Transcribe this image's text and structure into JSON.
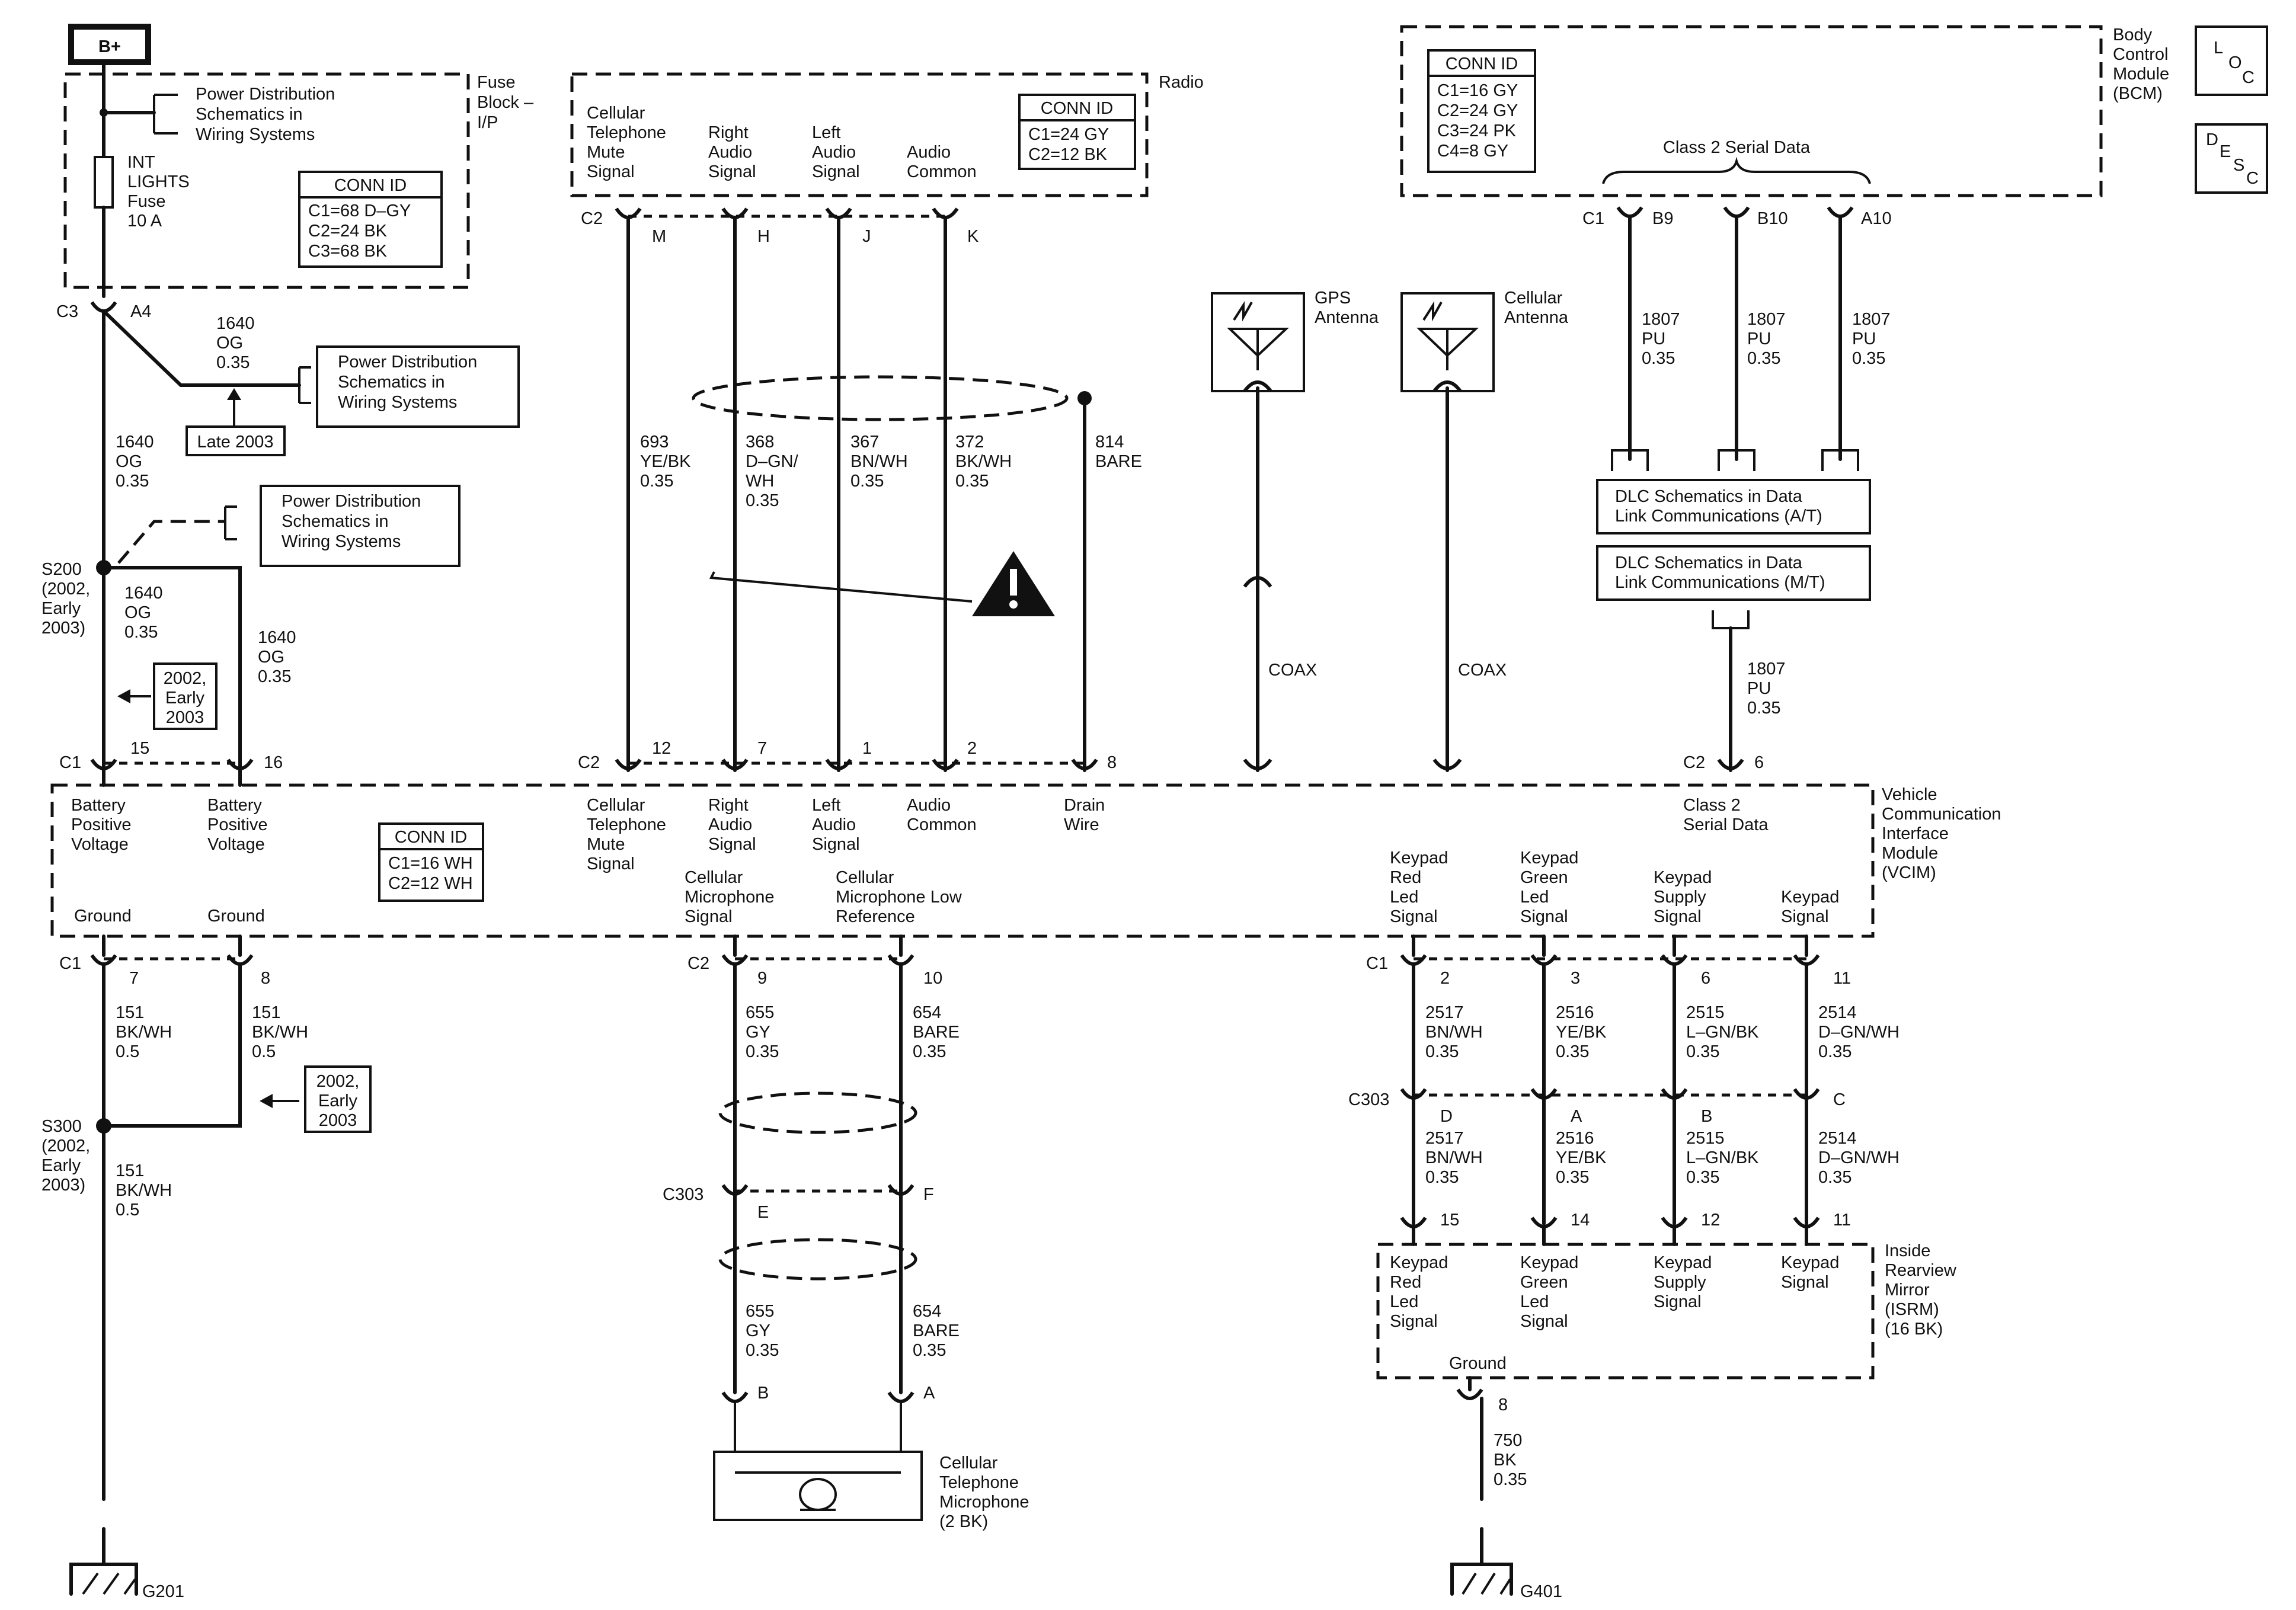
{
  "labels": {
    "b_plus": "B+",
    "fuse_block": [
      "Fuse",
      "Block –",
      "I/P"
    ],
    "radio": "Radio",
    "bcm": [
      "Body",
      "Control",
      "Module",
      "(BCM)"
    ],
    "loc": [
      "L",
      "O",
      "C"
    ],
    "desc": [
      "D",
      "E",
      "S",
      "C"
    ],
    "pd_ref": [
      "Power Distribution",
      "Schematics in",
      "Wiring Systems"
    ],
    "fuse": [
      "INT",
      "LIGHTS",
      "Fuse",
      "10 A"
    ],
    "late_2003": "Late 2003",
    "early_2003": [
      "2002,",
      "Early",
      "2003"
    ],
    "s200": [
      "S200",
      "(2002,",
      "Early",
      "2003)"
    ],
    "s300": [
      "S300",
      "(2002,",
      "Early",
      "2003)"
    ],
    "gps_antenna": [
      "GPS",
      "Antenna"
    ],
    "cell_antenna": [
      "Cellular",
      "Antenna"
    ],
    "coax": "COAX",
    "class2": "Class 2 Serial Data",
    "dlc_at": [
      "DLC Schematics in Data",
      "Link Communications (A/T)"
    ],
    "dlc_mt": [
      "DLC Schematics in Data",
      "Link Communications (M/T)"
    ],
    "vcim": [
      "Vehicle",
      "Communication",
      "Interface",
      "Module",
      "(VCIM)"
    ],
    "isrm": [
      "Inside",
      "Rearview",
      "Mirror",
      "(ISRM)",
      "(16 BK)"
    ],
    "microphone": [
      "Cellular",
      "Telephone",
      "Microphone",
      "(2 BK)"
    ],
    "g201": "G201",
    "g401": "G401"
  },
  "conn_ids": {
    "header": "CONN ID",
    "fuse_block": [
      "C1=68 D–GY",
      "C2=24 BK",
      "C3=68 BK"
    ],
    "radio": [
      "C1=24 GY",
      "C2=12 BK"
    ],
    "bcm": [
      "C1=16 GY",
      "C2=24 GY",
      "C3=24 PK",
      "C4=8 GY"
    ],
    "vcim": [
      "C1=16 WH",
      "C2=12 WH"
    ]
  },
  "radio_signals": {
    "mute": [
      "Cellular",
      "Telephone",
      "Mute",
      "Signal"
    ],
    "right": [
      "Right",
      "Audio",
      "Signal"
    ],
    "left": [
      "Left",
      "Audio",
      "Signal"
    ],
    "common": [
      "Audio",
      "Common"
    ]
  },
  "vcim_signals": {
    "bpv": [
      "Battery",
      "Positive",
      "Voltage"
    ],
    "mute": [
      "Cellular",
      "Telephone",
      "Mute",
      "Signal"
    ],
    "right": [
      "Right",
      "Audio",
      "Signal"
    ],
    "left": [
      "Left",
      "Audio",
      "Signal"
    ],
    "common": [
      "Audio",
      "Common"
    ],
    "drain": [
      "Drain",
      "Wire"
    ],
    "class2": [
      "Class 2",
      "Serial Data"
    ],
    "ground": "Ground",
    "mic_signal": [
      "Cellular",
      "Microphone",
      "Signal"
    ],
    "mic_low": [
      "Cellular",
      "Microphone Low",
      "Reference"
    ],
    "kp_red": [
      "Keypad",
      "Red",
      "Led",
      "Signal"
    ],
    "kp_green": [
      "Keypad",
      "Green",
      "Led",
      "Signal"
    ],
    "kp_supply": [
      "Keypad",
      "Supply",
      "Signal"
    ],
    "kp_signal": [
      "Keypad",
      "Signal"
    ]
  },
  "connectors": {
    "c1": "C1",
    "c2": "C2",
    "c3": "C3",
    "c303": "C303",
    "a4": "A4",
    "m": "M",
    "h": "H",
    "j": "J",
    "k": "K",
    "b9": "B9",
    "b10": "B10",
    "a10": "A10",
    "p15": "15",
    "p16": "16",
    "p12": "12",
    "p7": "7",
    "p1": "1",
    "p2": "2",
    "p8": "8",
    "p6": "6",
    "g7": "7",
    "g8": "8",
    "p9": "9",
    "p10": "10",
    "k2": "2",
    "k3": "3",
    "k6": "6",
    "k11": "11",
    "d": "D",
    "a": "A",
    "b": "B",
    "c": "C",
    "e": "E",
    "f": "F",
    "m15": "15",
    "m14": "14",
    "m12": "12",
    "m11": "11",
    "mg8": "8",
    "mic_b": "B",
    "mic_a": "A"
  },
  "wires": {
    "og_a4": [
      "1640",
      "OG",
      "0.35"
    ],
    "og_main": [
      "1640",
      "OG",
      "0.35"
    ],
    "og_s200": [
      "1640",
      "OG",
      "0.35"
    ],
    "og_16": [
      "1640",
      "OG",
      "0.35"
    ],
    "mute": [
      "693",
      "YE/BK",
      "0.35"
    ],
    "right": [
      "368",
      "D–GN/",
      "WH",
      "0.35"
    ],
    "left": [
      "367",
      "BN/WH",
      "0.35"
    ],
    "common": [
      "372",
      "BK/WH",
      "0.35"
    ],
    "drain": [
      "814",
      "BARE"
    ],
    "pu1": [
      "1807",
      "PU",
      "0.35"
    ],
    "pu2": [
      "1807",
      "PU",
      "0.35"
    ],
    "pu3": [
      "1807",
      "PU",
      "0.35"
    ],
    "pu4": [
      "1807",
      "PU",
      "0.35"
    ],
    "bk7": [
      "151",
      "BK/WH",
      "0.5"
    ],
    "bk8": [
      "151",
      "BK/WH",
      "0.5"
    ],
    "bk_s300": [
      "151",
      "BK/WH",
      "0.5"
    ],
    "mic_gy1": [
      "655",
      "GY",
      "0.35"
    ],
    "mic_bare1": [
      "654",
      "BARE",
      "0.35"
    ],
    "mic_gy2": [
      "655",
      "GY",
      "0.35"
    ],
    "mic_bare2": [
      "654",
      "BARE",
      "0.35"
    ],
    "kp_bn1": [
      "2517",
      "BN/WH",
      "0.35"
    ],
    "kp_ye1": [
      "2516",
      "YE/BK",
      "0.35"
    ],
    "kp_lgn1": [
      "2515",
      "L–GN/BK",
      "0.35"
    ],
    "kp_dgn1": [
      "2514",
      "D–GN/WH",
      "0.35"
    ],
    "kp_bn2": [
      "2517",
      "BN/WH",
      "0.35"
    ],
    "kp_ye2": [
      "2516",
      "YE/BK",
      "0.35"
    ],
    "kp_lgn2": [
      "2515",
      "L–GN/BK",
      "0.35"
    ],
    "kp_dgn2": [
      "2514",
      "D–GN/WH",
      "0.35"
    ],
    "bk750": [
      "750",
      "BK",
      "0.35"
    ]
  },
  "icons": [
    "warning-icon",
    "antenna-icon",
    "ground-icon",
    "microphone-icon",
    "splice-icon"
  ]
}
